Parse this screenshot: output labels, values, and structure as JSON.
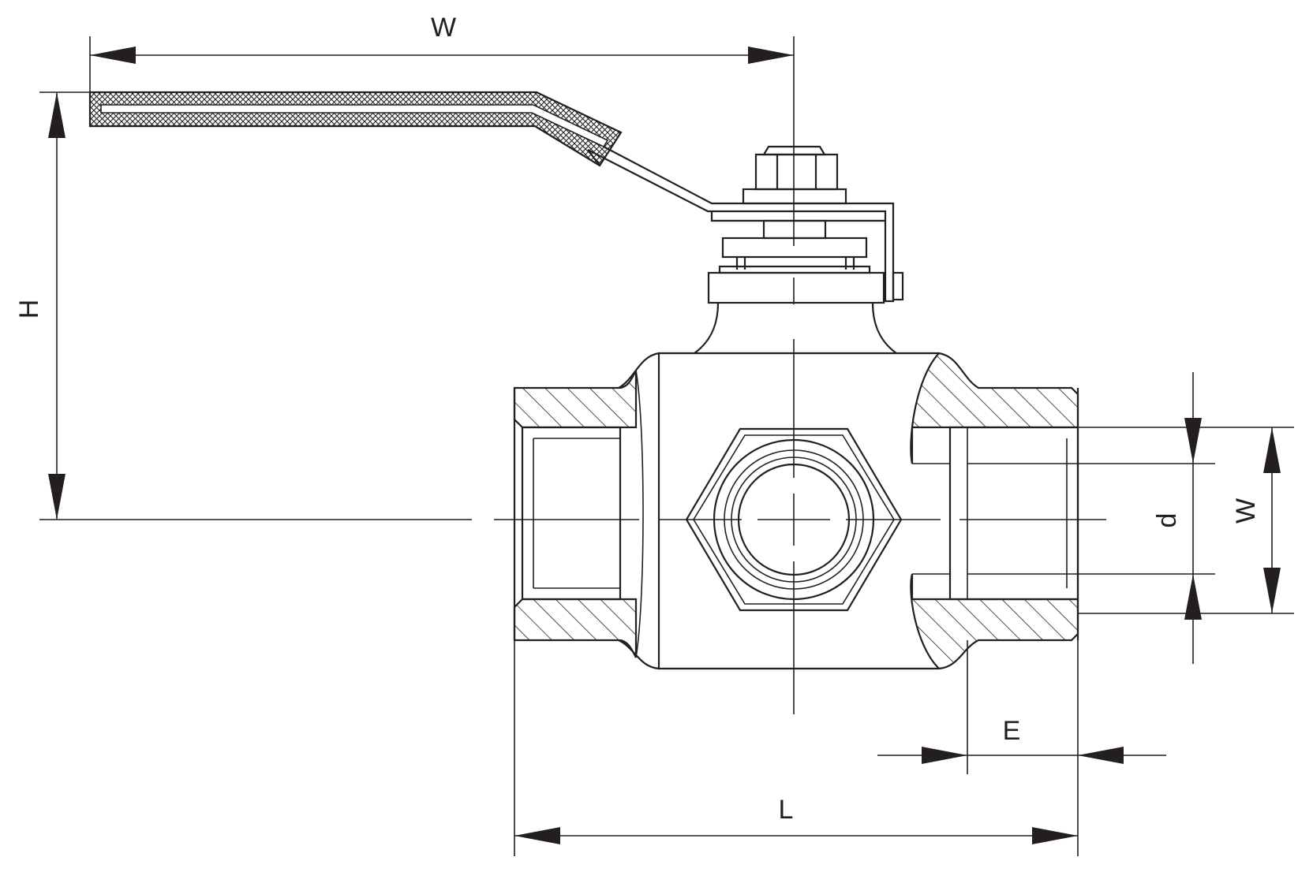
{
  "diagram": {
    "labels": {
      "handle_width": "W",
      "height": "H",
      "port_diameter": "d",
      "port_width": "W",
      "thread_length": "E",
      "overall_length": "L"
    },
    "colors": {
      "line": "#231f20",
      "background": "#ffffff"
    }
  }
}
